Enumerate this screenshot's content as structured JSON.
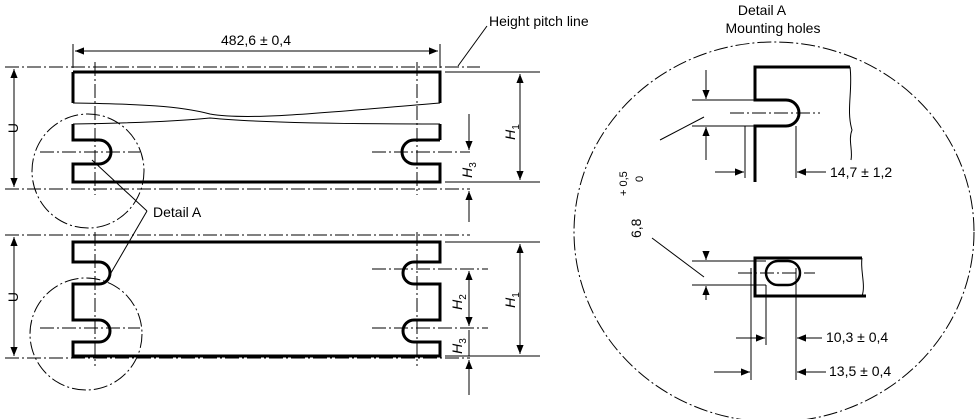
{
  "labels": {
    "width_dimension": "482,6 ± 0,4",
    "height_pitch_line": "Height pitch line",
    "detail_a_callout": "Detail A",
    "detail_a_title": "Detail A",
    "detail_a_subtitle": "Mounting holes",
    "u_upper": "U",
    "u_lower": "U",
    "h1_upper": "H1",
    "h1_lower": "H1",
    "h2": "H2",
    "h3_upper": "H3",
    "h3_lower": "H3",
    "slot_width_dimension": "14,7 ± 1,2",
    "slot_height_dimension": "6,8",
    "slot_height_tolerance_upper": "+ 0,5",
    "slot_height_tolerance_lower": "0",
    "hole_distance_inner": "10,3 ± 0,4",
    "hole_distance_outer": "13,5 ± 0,4"
  }
}
